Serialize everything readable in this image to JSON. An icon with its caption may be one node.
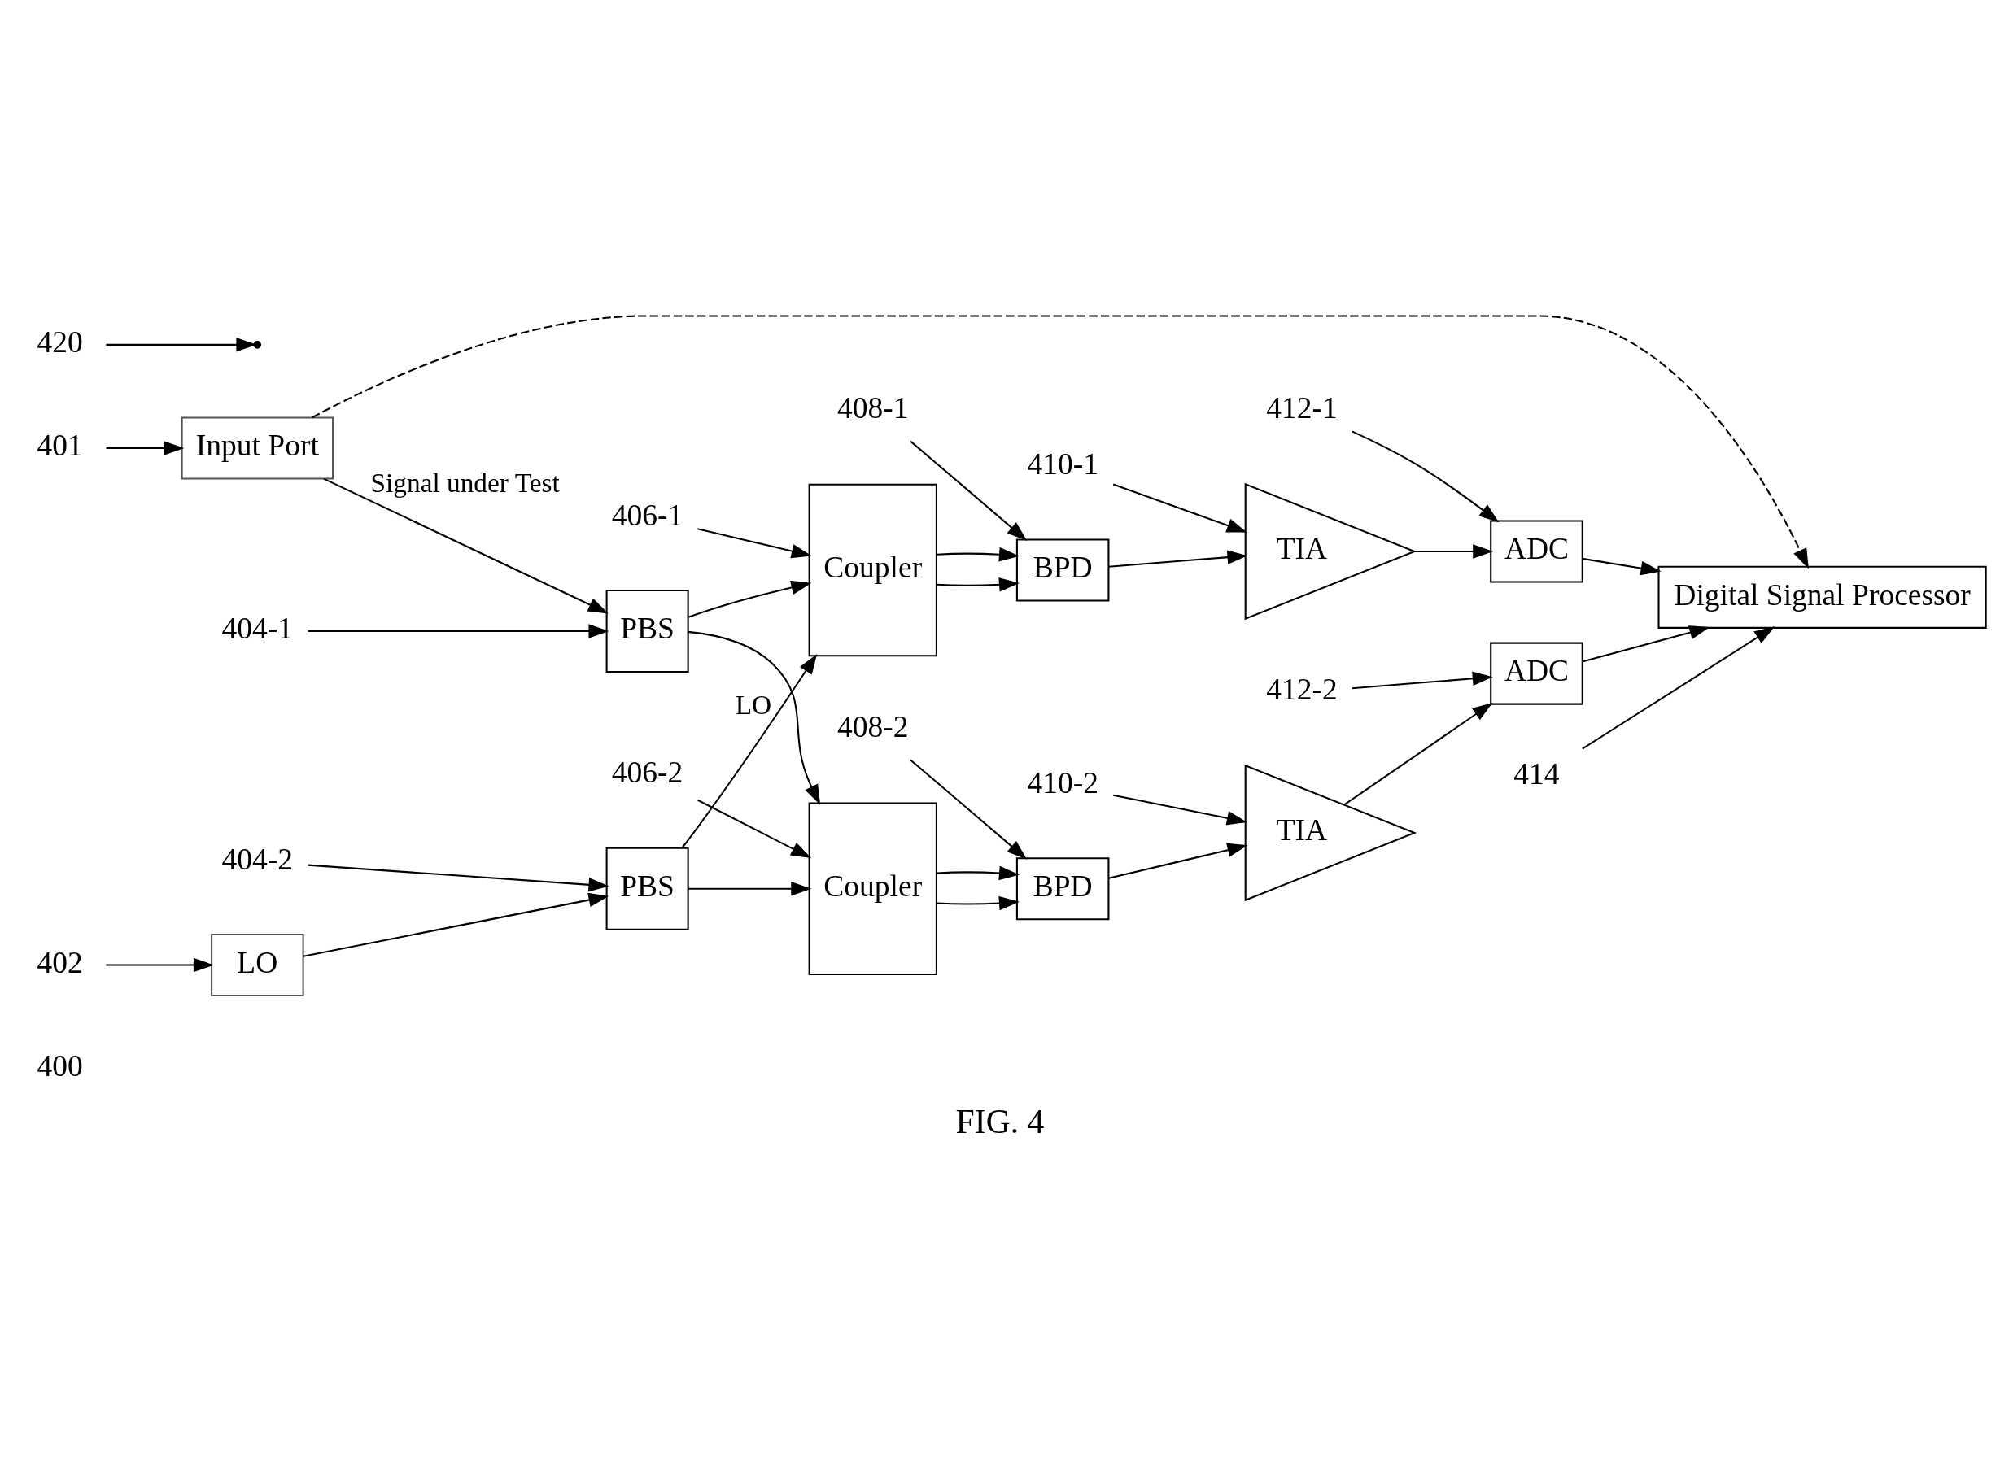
{
  "diagram": {
    "caption": "FIG. 4",
    "nodes": [
      {
        "text": [
          "Input Port"
        ]
      },
      {
        "text": [
          "LO"
        ]
      },
      {
        "text": [
          "PBS"
        ]
      },
      {
        "text": [
          "PBS"
        ]
      },
      {
        "text": [
          "Coupler"
        ]
      },
      {
        "text": [
          "Coupler"
        ]
      },
      {
        "text": [
          "BPD"
        ]
      },
      {
        "text": [
          "BPD"
        ]
      },
      {
        "text": [
          "TIA"
        ]
      },
      {
        "text": [
          "TIA"
        ]
      },
      {
        "text": [
          "ADC"
        ]
      },
      {
        "text": [
          "ADC"
        ]
      },
      {
        "text": [
          "Digital Signal Processor"
        ]
      },
      {
        "text": [
          "401"
        ]
      },
      {
        "text": [
          "402"
        ]
      },
      {
        "text": [
          "404-1"
        ]
      },
      {
        "text": [
          "404-2"
        ]
      },
      {
        "text": [
          "406-1"
        ]
      },
      {
        "text": [
          "406-2"
        ]
      },
      {
        "text": [
          "408-1"
        ]
      },
      {
        "text": [
          "408-2"
        ]
      },
      {
        "text": [
          "410-1"
        ]
      },
      {
        "text": [
          "410-2"
        ]
      },
      {
        "text": [
          "412-1"
        ]
      },
      {
        "text": [
          "412-2"
        ]
      },
      {
        "text": [
          "414"
        ]
      },
      {
        "text": [
          "420"
        ]
      }
    ],
    "edges": [
      {
        "from": 0,
        "to": 2,
        "arrow": "to",
        "label": "Signal under Test"
      },
      {
        "from": 2,
        "to": 4,
        "arrow": "to"
      },
      {
        "from": 2,
        "to": 5,
        "arrow": "to"
      },
      {
        "from": 1,
        "to": 3,
        "arrow": "to"
      },
      {
        "from": 3,
        "to": 4,
        "arrow": "to",
        "label": "LO"
      },
      {
        "from": 3,
        "to": 5,
        "arrow": "to"
      },
      {
        "from": 4,
        "to": 6,
        "arrow": "to"
      },
      {
        "from": 4,
        "to": 6,
        "arrow": "to"
      },
      {
        "from": 5,
        "to": 7,
        "arrow": "to"
      },
      {
        "from": 5,
        "to": 7,
        "arrow": "to"
      },
      {
        "from": 6,
        "to": 8,
        "arrow": "to"
      },
      {
        "from": 7,
        "to": 9,
        "arrow": "to"
      },
      {
        "from": 8,
        "to": 10,
        "arrow": "to"
      },
      {
        "from": 9,
        "to": 11,
        "arrow": "to"
      },
      {
        "from": 10,
        "to": 12,
        "arrow": "to"
      },
      {
        "from": 11,
        "to": 12,
        "arrow": "to"
      },
      {
        "from": 0,
        "to": 12,
        "arrow": "to",
        "style": "dashed"
      },
      {
        "from": 13,
        "to": 0,
        "arrow": "to"
      },
      {
        "from": 14,
        "to": 1,
        "arrow": "to"
      },
      {
        "from": 15,
        "to": 2,
        "arrow": "to"
      },
      {
        "from": 16,
        "to": 3,
        "arrow": "to"
      },
      {
        "from": 17,
        "to": 4,
        "arrow": "to"
      },
      {
        "from": 18,
        "to": 5,
        "arrow": "to"
      },
      {
        "from": 19,
        "to": 6,
        "arrow": "to"
      },
      {
        "from": 20,
        "to": 7,
        "arrow": "to"
      },
      {
        "from": 21,
        "to": 8,
        "arrow": "to"
      },
      {
        "from": 22,
        "to": 9,
        "arrow": "to"
      },
      {
        "from": 23,
        "to": 10,
        "arrow": "to"
      },
      {
        "from": 24,
        "to": 11,
        "arrow": "to"
      },
      {
        "from": 25,
        "to": 12,
        "arrow": "to"
      },
      {
        "from": 26,
        "to": null,
        "arrow": "to"
      }
    ],
    "labels": [
      "400"
    ]
  }
}
